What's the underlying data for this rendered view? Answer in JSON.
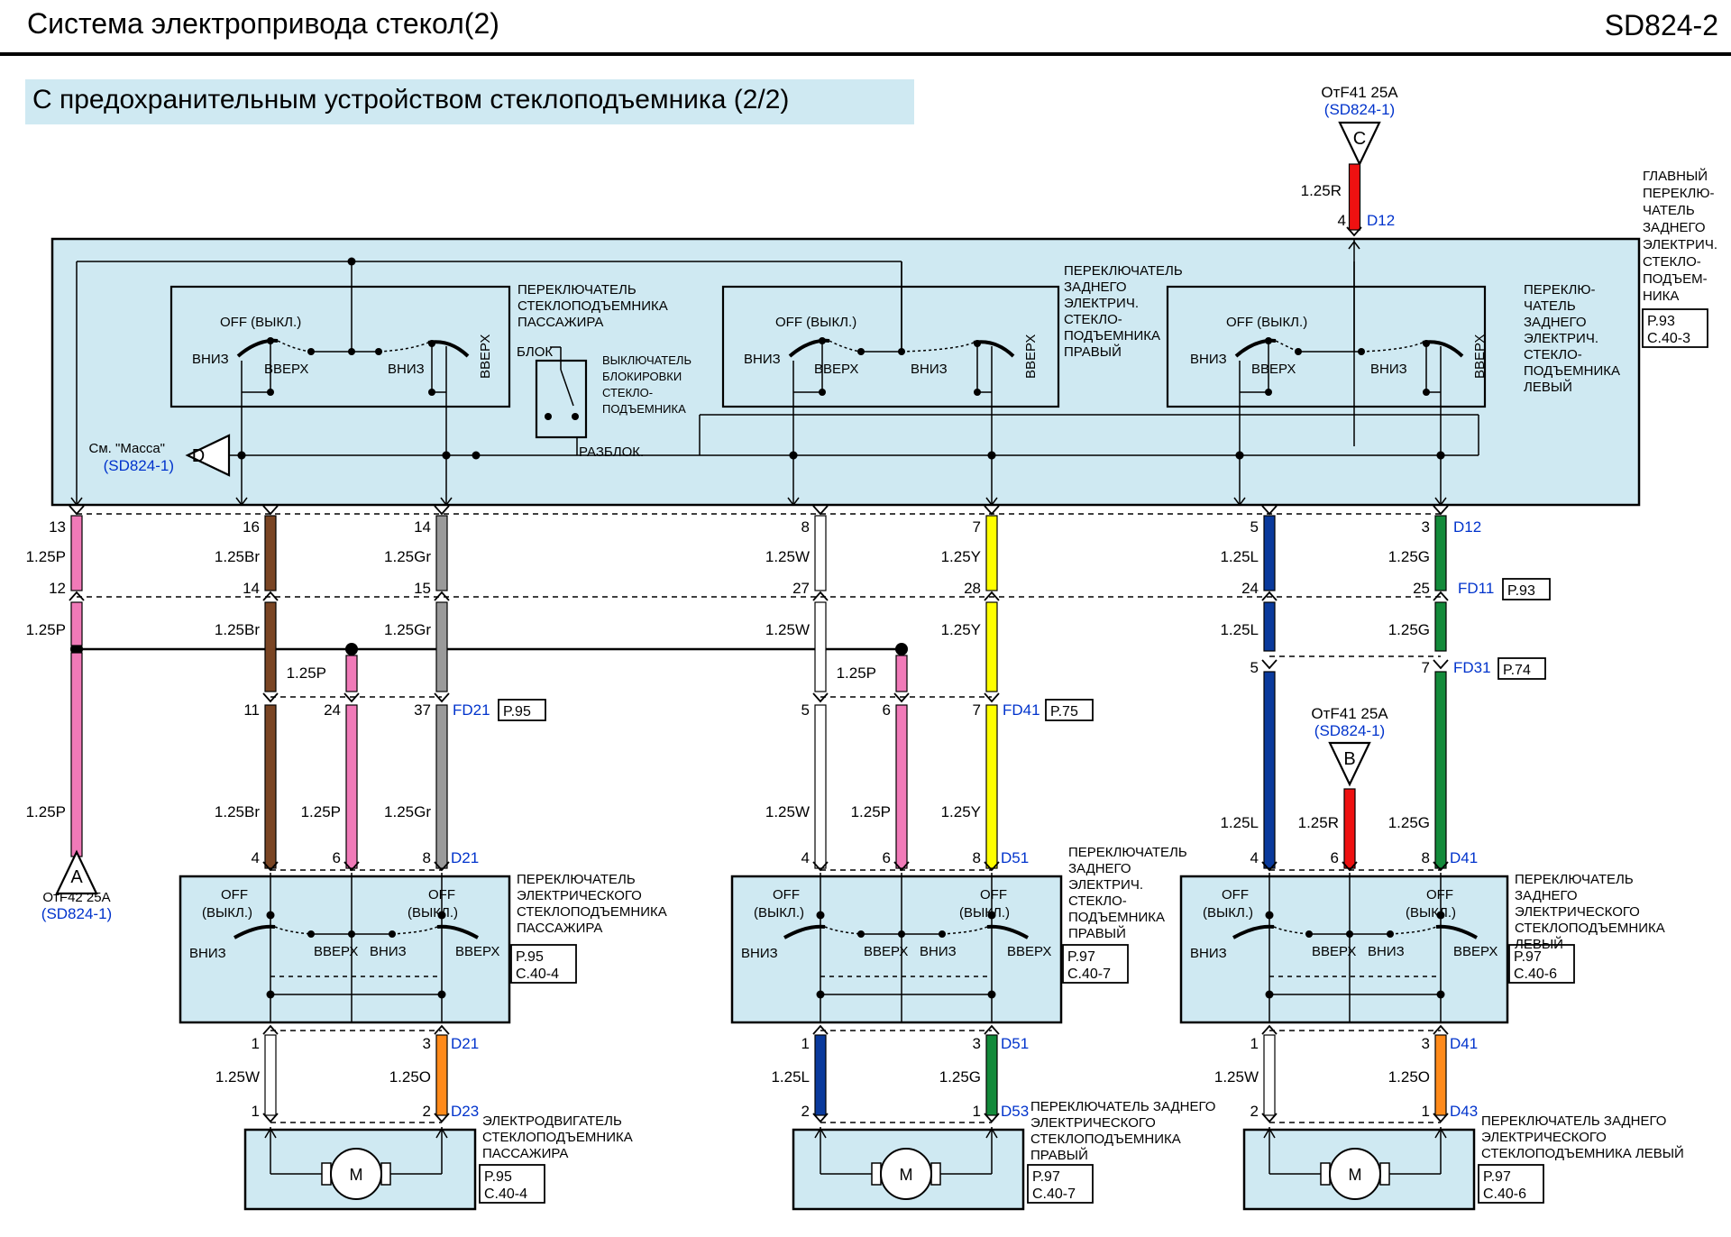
{
  "header": {
    "title": "Система электропривода стекол(2)",
    "code": "SD824-2",
    "subtitle": "С предохранительным устройством стеклоподъемника (2/2)"
  },
  "colors": {
    "panel": "#cfe9f2",
    "link": "#0033cc",
    "pink": "#f07ab8",
    "brown": "#7a4524",
    "gray": "#9a9a9a",
    "white": "#ffffff",
    "yellow": "#ffff00",
    "blue": "#0a3a9c",
    "green": "#138a3a",
    "red": "#ee1111",
    "orange": "#ff8a1a"
  },
  "main_switch": {
    "label": [
      "ГЛАВНЫЙ",
      "ПЕРЕКЛЮ-",
      "ЧАТЕЛЬ",
      "ЗАДНЕГО",
      "ЭЛЕКТРИЧ.",
      "СТЕКЛО-",
      "ПОДЪЕМ-",
      "НИКА"
    ],
    "ref": [
      "P.93",
      "C.40-3"
    ],
    "feed_from": "ОтF41 25A",
    "feed_ref": "(SD824-1)",
    "feed_node": "C",
    "feed_wire": "1.25R",
    "feed_pin": "4",
    "feed_conn": "D12",
    "passenger_label": [
      "ПЕРЕКЛЮЧАТЕЛЬ",
      "СТЕКЛОПОДЪЕМНИКА",
      "ПАССАЖИРА"
    ],
    "rear_right_label": [
      "ПЕРЕКЛЮЧАТЕЛЬ",
      "ЗАДНЕГО",
      "ЭЛЕКТРИЧ.",
      "СТЕКЛО-",
      "ПОДЪЕМНИКА",
      "ПРАВЫЙ"
    ],
    "rear_left_label": [
      "ПЕРЕКЛЮ-",
      "ЧАТЕЛЬ",
      "ЗАДНЕГО",
      "ЭЛЕКТРИЧ.",
      "СТЕКЛО-",
      "ПОДЪЕМНИКА",
      "ЛЕВЫЙ"
    ],
    "lock_label": [
      "ВЫКЛЮЧАТЕЛЬ",
      "БЛОКИРОВКИ",
      "СТЕКЛО-",
      "ПОДЪЕМНИКА"
    ],
    "lock": "БЛОК",
    "unlock": "РАЗБЛОК.",
    "ground_see": "См. \"Масса\"",
    "ground_ref": "(SD824-1)",
    "ground_node": "D"
  },
  "switch_terms": {
    "off": "OFF (ВЫКЛ.)",
    "off1": "OFF",
    "off2": "(ВЫКЛ.)",
    "down": "ВНИЗ",
    "up": "ВВЕРХ"
  },
  "pins_top": [
    "13",
    "16",
    "14",
    "8",
    "7",
    "5",
    "3"
  ],
  "top_conn": "D12",
  "wires_a": [
    "1.25P",
    "1.25Br",
    "1.25Gr",
    "1.25W",
    "1.25Y",
    "1.25L",
    "1.25G"
  ],
  "pins_mid": [
    "12",
    "14",
    "15",
    "27",
    "28",
    "24",
    "25"
  ],
  "mid_conn": "FD11",
  "mid_ref": "P.93",
  "wires_b": [
    "1.25P",
    "1.25Br",
    "1.25Gr",
    "1.25W",
    "1.25Y",
    "1.25L",
    "1.25G"
  ],
  "rl_pins": [
    "5",
    "7"
  ],
  "rl_conn": "FD31",
  "rl_ref": "P.74",
  "splice_wire": "1.25P",
  "fd21_pins": [
    "11",
    "24",
    "37"
  ],
  "fd21_conn": "FD21",
  "fd21_ref": "P.95",
  "fd41_pins": [
    "5",
    "6",
    "7"
  ],
  "fd41_conn": "FD41",
  "fd41_ref": "P.75",
  "lower_wires": [
    "1.25P",
    "1.25Br",
    "1.25P",
    "1.25Gr",
    "1.25W",
    "1.25P",
    "1.25Y",
    "1.25L",
    "1.25R",
    "1.25G"
  ],
  "node_a": {
    "letter": "A",
    "from": "ОтF42 25A",
    "ref": "(SD824-1)"
  },
  "node_b": {
    "letter": "B",
    "from": "ОтF41 25A",
    "ref": "(SD824-1)"
  },
  "door_pins": [
    "4",
    "6",
    "8"
  ],
  "doors": [
    {
      "conn": "D21",
      "label": [
        "ПЕРЕКЛЮЧАТЕЛЬ",
        "ЭЛЕКТРИЧЕСКОГО",
        "СТЕКЛОПОДЪЕМНИКА",
        "ПАССАЖИРА"
      ],
      "ref": [
        "P.95",
        "C.40-4"
      ]
    },
    {
      "conn": "D51",
      "label": [
        "ПЕРЕКЛЮЧАТЕЛЬ",
        "ЗАДНЕГО",
        "ЭЛЕКТРИЧ.",
        "СТЕКЛО-",
        "ПОДЪЕМНИКА",
        "ПРАВЫЙ"
      ],
      "ref": [
        "P.97",
        "C.40-7"
      ]
    },
    {
      "conn": "D41",
      "label": [
        "ПЕРЕКЛЮЧАТЕЛЬ",
        "ЗАДНЕГО",
        "ЭЛЕКТРИЧЕСКОГО",
        "СТЕКЛОПОДЪЕМНИКА",
        "ЛЕВЫЙ"
      ],
      "ref": [
        "P.97",
        "C.40-6"
      ]
    }
  ],
  "motors": [
    {
      "pins_top": [
        "1",
        "3"
      ],
      "conn_top": "D21",
      "wires": [
        "1.25W",
        "1.25O"
      ],
      "pins_bot": [
        "1",
        "2"
      ],
      "conn_bot": "D23",
      "label": [
        "ЭЛЕКТРОДВИГАТЕЛЬ",
        "СТЕКЛОПОДЪЕМНИКА",
        "ПАССАЖИРА"
      ],
      "ref": [
        "P.95",
        "C.40-4"
      ],
      "symbol": "M"
    },
    {
      "pins_top": [
        "1",
        "3"
      ],
      "conn_top": "D51",
      "wires": [
        "1.25L",
        "1.25G"
      ],
      "pins_bot": [
        "2",
        "1"
      ],
      "conn_bot": "D53",
      "label": [
        "ПЕРЕКЛЮЧАТЕЛЬ ЗАДНЕГО",
        "ЭЛЕКТРИЧЕСКОГО",
        "СТЕКЛОПОДЪЕМНИКА",
        "ПРАВЫЙ"
      ],
      "ref": [
        "P.97",
        "C.40-7"
      ],
      "symbol": "M"
    },
    {
      "pins_top": [
        "1",
        "3"
      ],
      "conn_top": "D41",
      "wires": [
        "1.25W",
        "1.25O"
      ],
      "pins_bot": [
        "2",
        "1"
      ],
      "conn_bot": "D43",
      "label": [
        "ПЕРЕКЛЮЧАТЕЛЬ ЗАДНЕГО",
        "ЭЛЕКТРИЧЕСКОГО",
        "СТЕКЛОПОДЪЕМНИКА ЛЕВЫЙ"
      ],
      "ref": [
        "P.97",
        "C.40-6"
      ],
      "symbol": "M"
    }
  ]
}
